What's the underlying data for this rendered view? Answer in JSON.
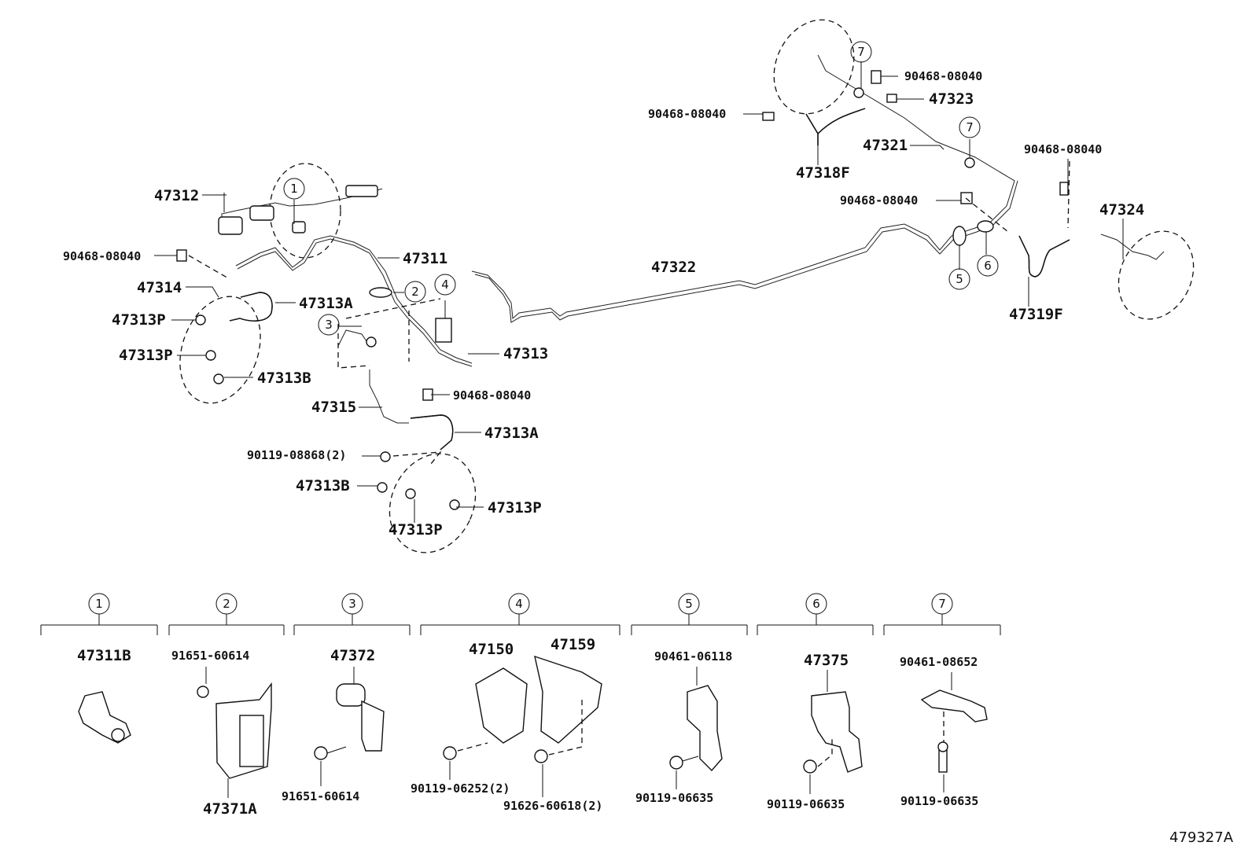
{
  "labels": {
    "p47312": "47312",
    "p47311": "47311",
    "p47314": "47314",
    "p47313A_top": "47313A",
    "p47313P_1": "47313P",
    "p47313P_2": "47313P",
    "p47313B_top": "47313B",
    "p90468_left": "90468-08040",
    "p47313": "47313",
    "p47315": "47315",
    "p90468_mid": "90468-08040",
    "p47313A_bot": "47313A",
    "p90119_08868": "90119-08868(2)",
    "p47313B_bot": "47313B",
    "p47313P_3": "47313P",
    "p47313P_4": "47313P",
    "p47322": "47322",
    "p90468_tr1": "90468-08040",
    "p47323": "47323",
    "p90468_tr2": "90468-08040",
    "p47321": "47321",
    "p47318F": "47318F",
    "p90468_r1": "90468-08040",
    "p90468_r2": "90468-08040",
    "p47324": "47324",
    "p47319F": "47319F",
    "c1": "1",
    "c2": "2",
    "c3": "3",
    "c4": "4",
    "c5": "5",
    "c6": "6",
    "c7a": "7",
    "c7b": "7"
  },
  "legend": [
    {
      "num": "1",
      "parts": [
        "47311B"
      ]
    },
    {
      "num": "2",
      "parts": [
        "91651-60614",
        "47371A"
      ]
    },
    {
      "num": "3",
      "parts": [
        "47372",
        "91651-60614"
      ]
    },
    {
      "num": "4",
      "parts": [
        "47150",
        "47159",
        "90119-06252(2)",
        "91626-60618(2)"
      ]
    },
    {
      "num": "5",
      "parts": [
        "90461-06118",
        "90119-06635"
      ]
    },
    {
      "num": "6",
      "parts": [
        "47375",
        "90119-06635"
      ]
    },
    {
      "num": "7",
      "parts": [
        "90461-08652",
        "90119-06635"
      ]
    }
  ],
  "footer": "479327A"
}
